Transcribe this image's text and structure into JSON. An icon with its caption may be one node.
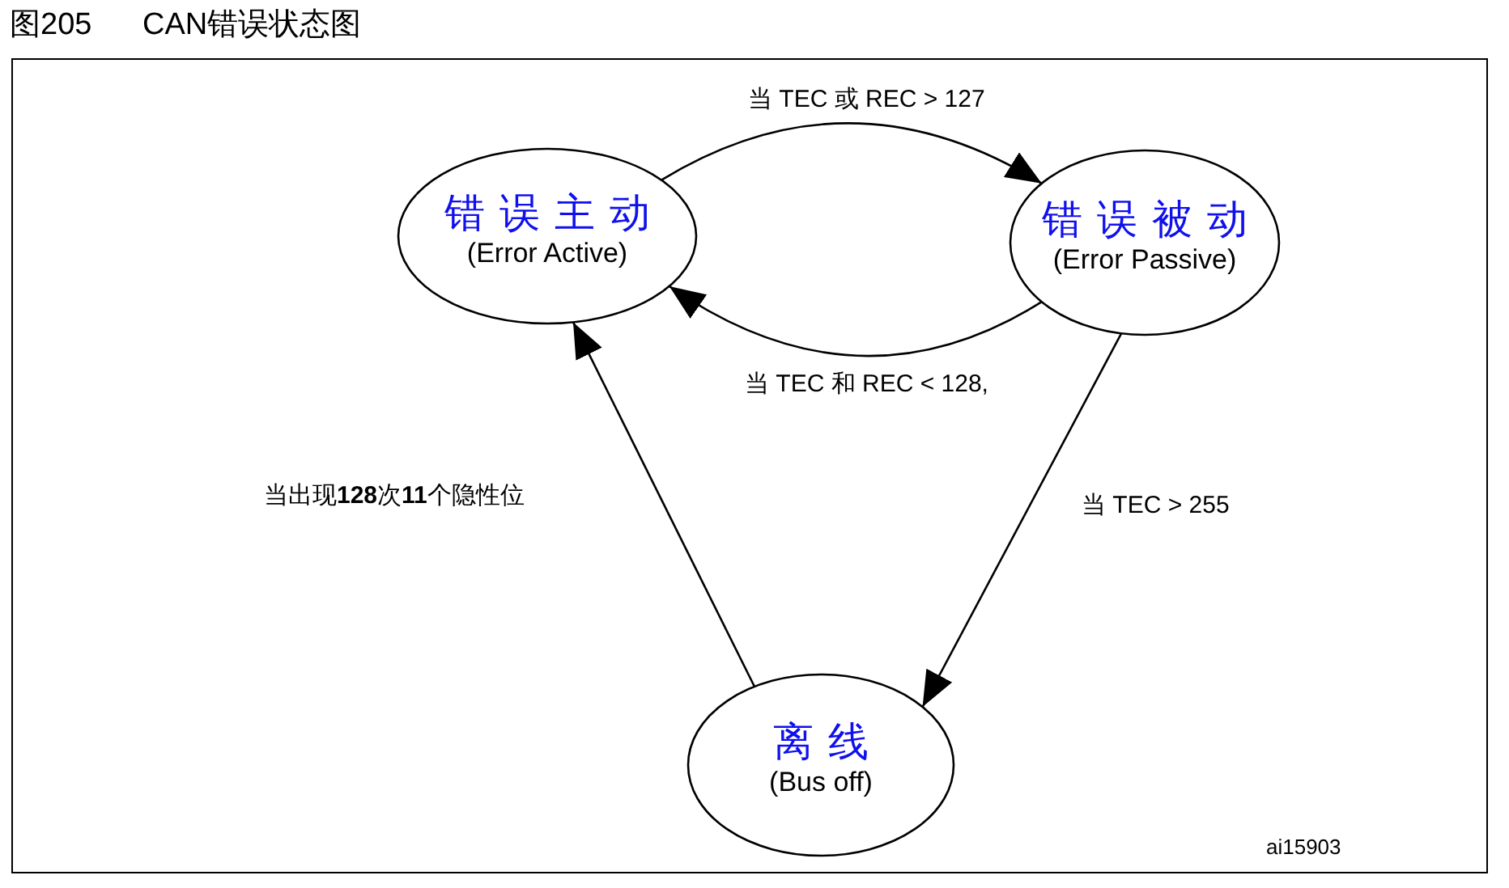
{
  "diagram": {
    "title": "图205 CAN错误状态图",
    "nodes": [
      {
        "text": [
          "错误主动",
          "(Error Active)"
        ]
      },
      {
        "text": [
          "错误被动",
          "(Error Passive)"
        ]
      },
      {
        "text": [
          "离线",
          "(Bus off)"
        ]
      }
    ],
    "edges": [
      {
        "from": 0,
        "to": 1,
        "arrow": "to",
        "label": "当 TEC 或 REC > 127"
      },
      {
        "from": 1,
        "to": 0,
        "arrow": "to",
        "label": "当 TEC 和 REC < 128,"
      },
      {
        "from": 1,
        "to": 2,
        "arrow": "to",
        "label": "当 TEC > 255"
      },
      {
        "from": 2,
        "to": 0,
        "arrow": "to",
        "label": "当出现**128**次**11**个隐性位"
      }
    ],
    "labels": [
      "ai15903"
    ]
  }
}
